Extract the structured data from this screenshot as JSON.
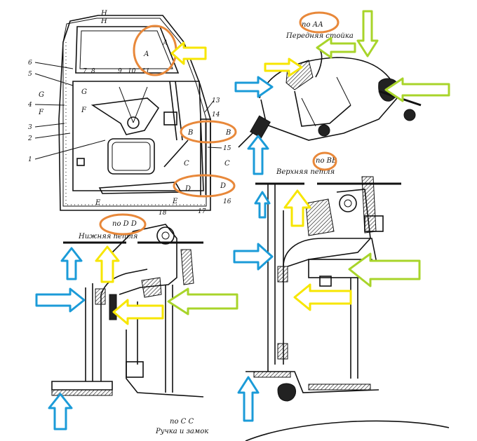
{
  "section_labels": {
    "aa": "по АА",
    "aa_sub": "Передняя стойка",
    "bb": "по ВВ",
    "bb_sub": "Верхняя петля",
    "dd": "по D D",
    "dd_sub": "Нижняя петля",
    "cc": "по С С",
    "cc_sub": "Ручка и замок"
  },
  "door_markers": {
    "h_top": "Н",
    "h_bottom": "Н",
    "a_top": "А",
    "a_left": "А",
    "b_left": "В",
    "b_right": "В",
    "c_left": "С",
    "c_right": "С",
    "d_left": "D",
    "d_right": "D",
    "g_top": "G",
    "g_side": "G",
    "f_left": "F",
    "f_right": "F",
    "e_label": "E",
    "e_right": "E"
  },
  "part_numbers": [
    "1",
    "2",
    "3",
    "4",
    "5",
    "6",
    "7",
    "8",
    "9",
    "10",
    "11",
    "13",
    "14",
    "15",
    "16",
    "17",
    "18"
  ],
  "colors": {
    "highlight_oval": "#e8883a",
    "arrow_blue": "#1b9bd8",
    "arrow_yellow": "#f7e600",
    "arrow_green": "#a8d42a"
  }
}
